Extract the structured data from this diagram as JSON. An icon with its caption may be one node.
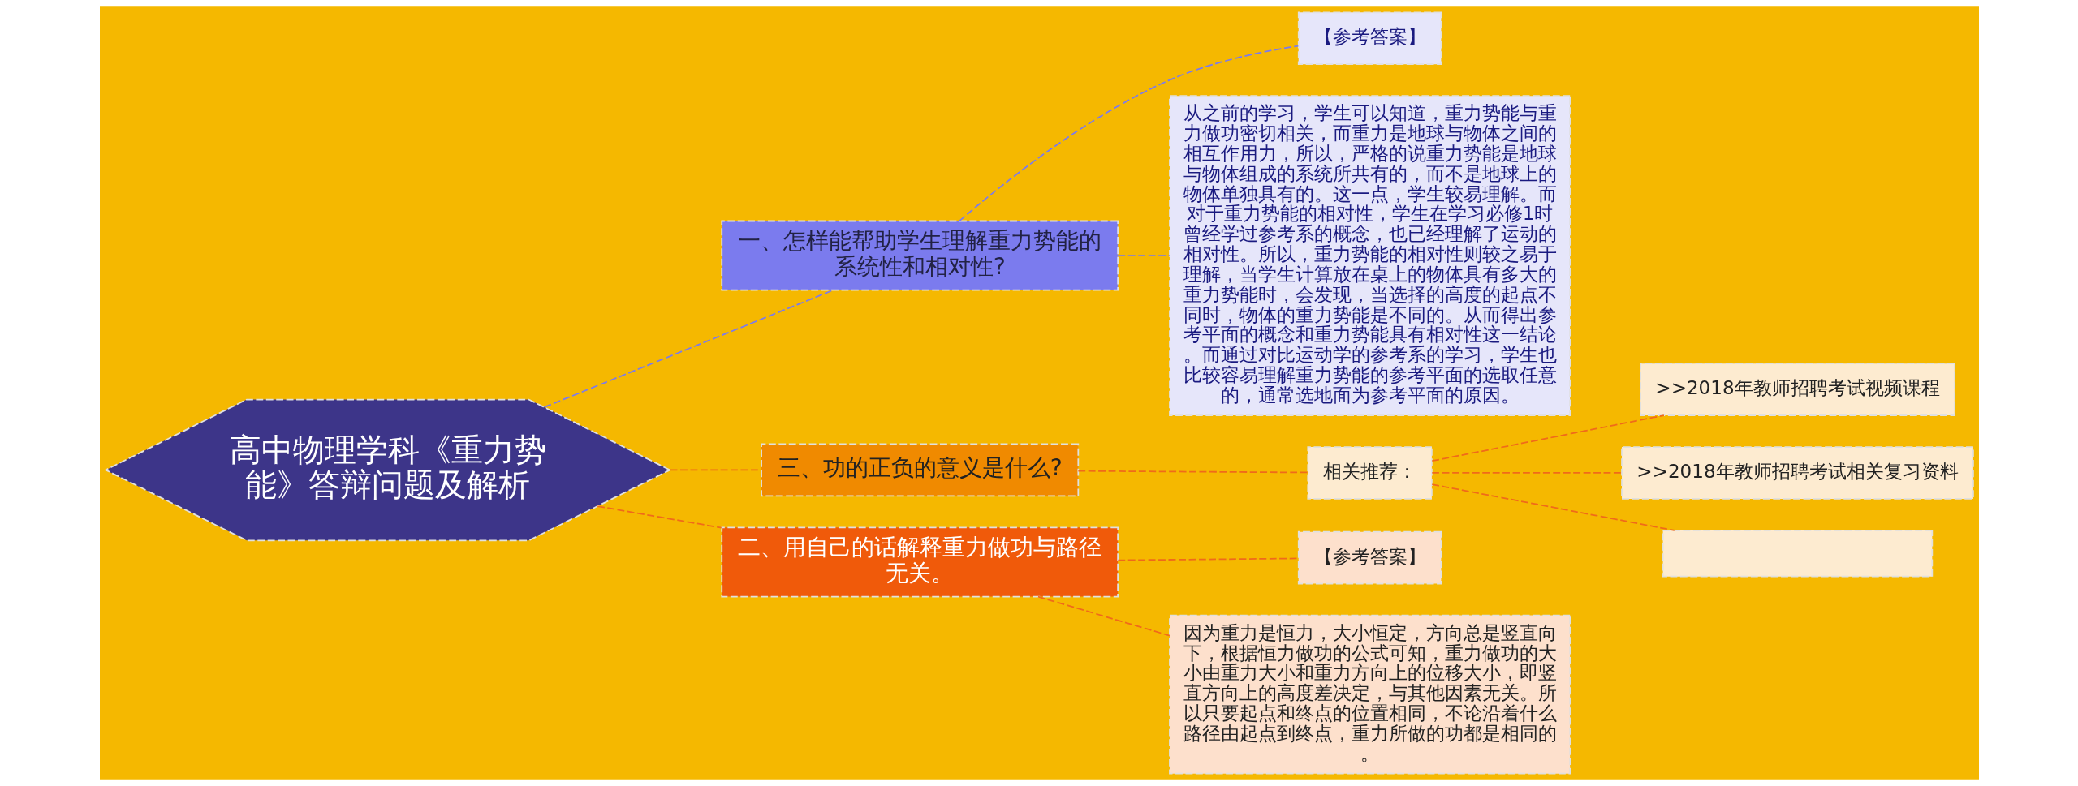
{
  "diagram": {
    "nodes": [
      {
        "text": [
          "高中物理学科《重力势能》答辩问题及解析"
        ]
      },
      {
        "text": [
          "一、怎样能帮助学生理解重力势能的系统性和相对性?"
        ]
      },
      {
        "text": [
          "【参考答案】"
        ]
      },
      {
        "text": [
          "从之前的学习，学生可以知道，重力势能与重力做功密切相关，而重力是地球与物体之间的相互作用力，所以，严格的说重力势能是地球与物体组成的系统所共有的，而不是地球上的物体单独具有的。这一点，学生较易理解。而对于重力势能的相对性，学生在学习必修1时曾经学过参考系的概念，也已经理解了运动的相对性。所以，重力势能的相对性则较之易于理解，当学生计算放在桌上的物体具有多大的重力势能时，会发现，当选择的高度的起点不同时，物体的重力势能是不同的。从而得出参考平面的概念和重力势能具有相对性这一结论。而通过对比运动学的参考系的学习，学生也比较容易理解重力势能的参考平面的选取任意的，通常选地面为参考平面的原因。"
        ]
      },
      {
        "text": [
          "三、功的正负的意义是什么?"
        ]
      },
      {
        "text": [
          "相关推荐："
        ]
      },
      {
        "text": [
          ">>2018年教师招聘考试视频课程"
        ]
      },
      {
        "text": [
          ">>2018年教师招聘考试相关复习资料"
        ]
      },
      {
        "text": [],
        "shape": "box"
      },
      {
        "text": [
          "二、用自己的话解释重力做功与路径无关。"
        ]
      },
      {
        "text": [
          "【参考答案】"
        ]
      },
      {
        "text": [
          "因为重力是恒力，大小恒定，方向总是竖直向下，根据恒力做功的公式可知，重力做功的大小由重力大小和重力方向上的位移大小，即竖直方向上的高度差决定，与其他因素无关。所以只要起点和终点的位置相同，不论沿着什么路径由起点到终点，重力所做的功都是相同的。"
        ]
      }
    ],
    "edges": [
      {
        "from": 0,
        "to": 1,
        "arrow": "none",
        "style": "dashed",
        "color": "#7b7bee"
      },
      {
        "from": 1,
        "to": 2,
        "arrow": "none",
        "style": "dashed",
        "color": "#7b7bee"
      },
      {
        "from": 1,
        "to": 3,
        "arrow": "none",
        "style": "dashed",
        "color": "#7b7bee"
      },
      {
        "from": 0,
        "to": 4,
        "arrow": "none",
        "style": "dashed"
      },
      {
        "from": 4,
        "to": 5,
        "arrow": "none",
        "style": "dashed"
      },
      {
        "from": 5,
        "to": 6,
        "arrow": "none",
        "style": "dashed"
      },
      {
        "from": 5,
        "to": 7,
        "arrow": "none",
        "style": "dashed"
      },
      {
        "from": 5,
        "to": 8,
        "arrow": "none",
        "style": "dashed"
      },
      {
        "from": 0,
        "to": 9,
        "arrow": "none",
        "style": "dashed"
      },
      {
        "from": 9,
        "to": 10,
        "arrow": "none",
        "style": "dashed"
      },
      {
        "from": 9,
        "to": 11,
        "arrow": "none",
        "style": "dashed"
      }
    ]
  }
}
